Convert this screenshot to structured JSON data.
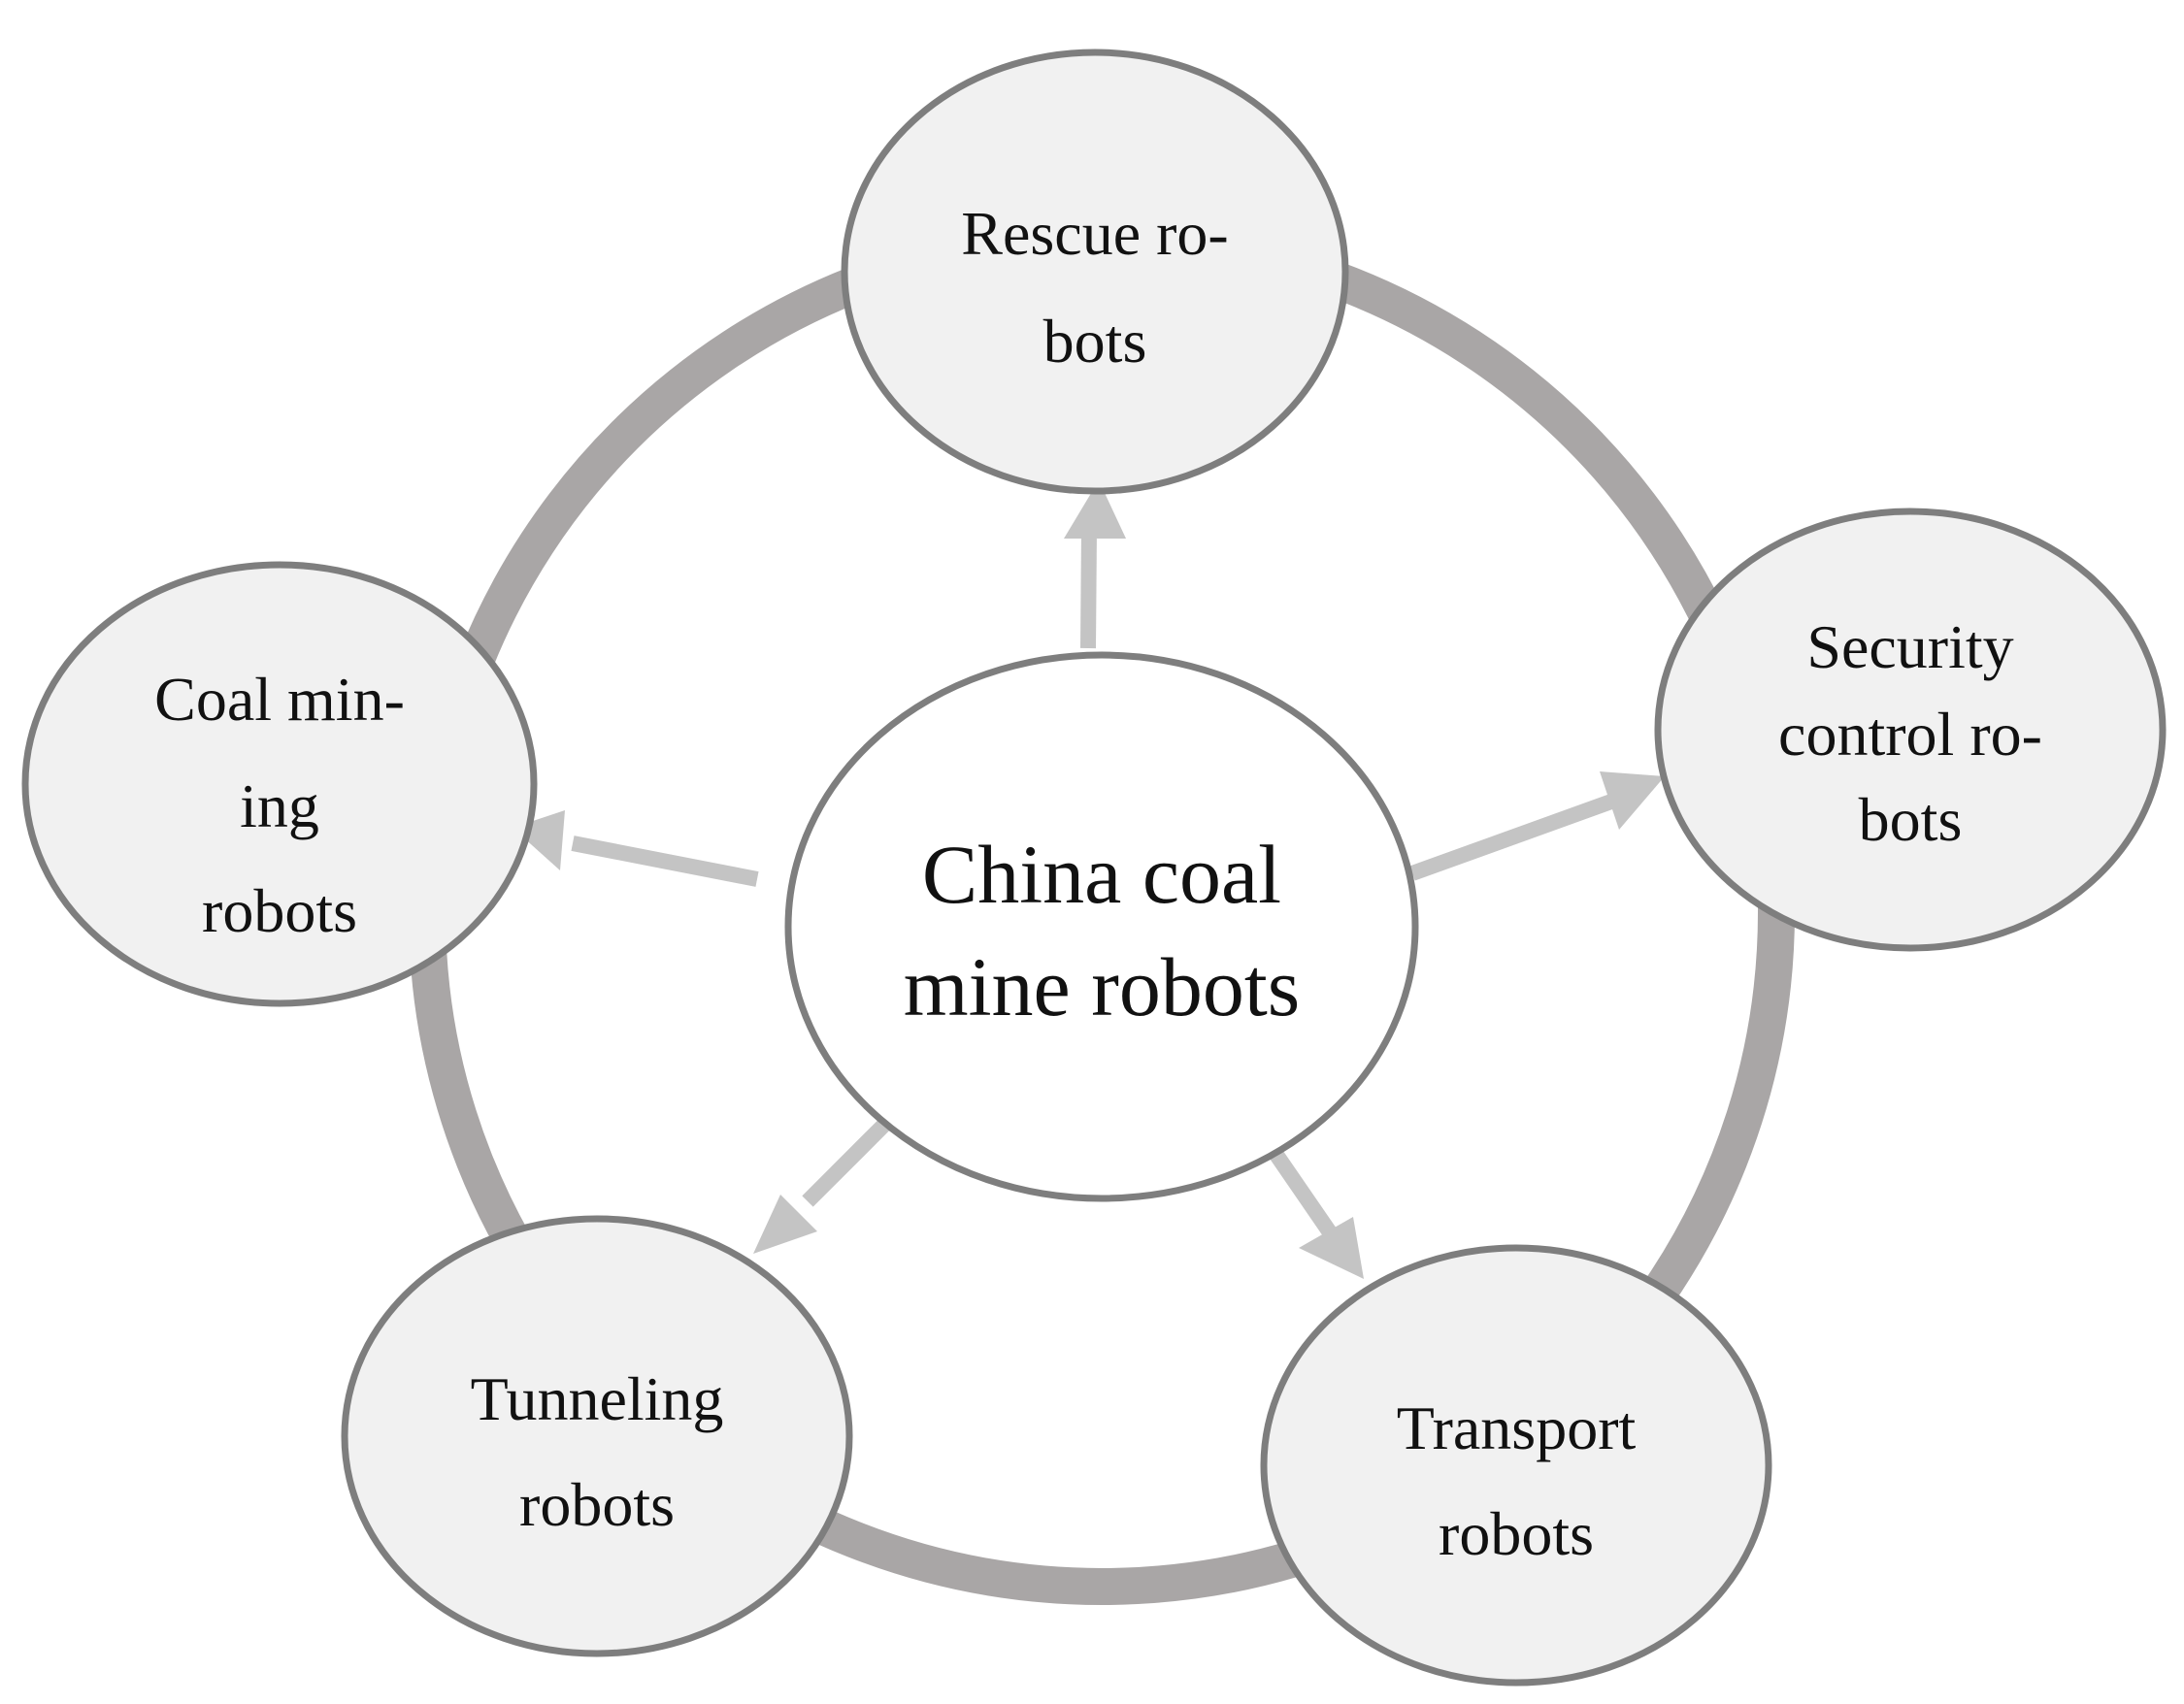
{
  "center": {
    "line1": "China coal",
    "line2": "mine robots"
  },
  "nodes": {
    "rescue": {
      "line1": "Rescue ro-",
      "line2": "bots"
    },
    "security": {
      "line1": "Security",
      "line2": "control ro-",
      "line3": "bots"
    },
    "transport": {
      "line1": "Transport",
      "line2": "robots"
    },
    "tunneling": {
      "line1": "Tunneling",
      "line2": "robots"
    },
    "coal_mining": {
      "line1": "Coal min-",
      "line2": "ing",
      "line3": "robots"
    }
  },
  "colors": {
    "ring": "#a9a6a6",
    "arrow": "#c4c4c4",
    "node_fill": "#f1f1f1",
    "node_stroke": "#7e7e7e",
    "center_fill": "#ffffff"
  }
}
